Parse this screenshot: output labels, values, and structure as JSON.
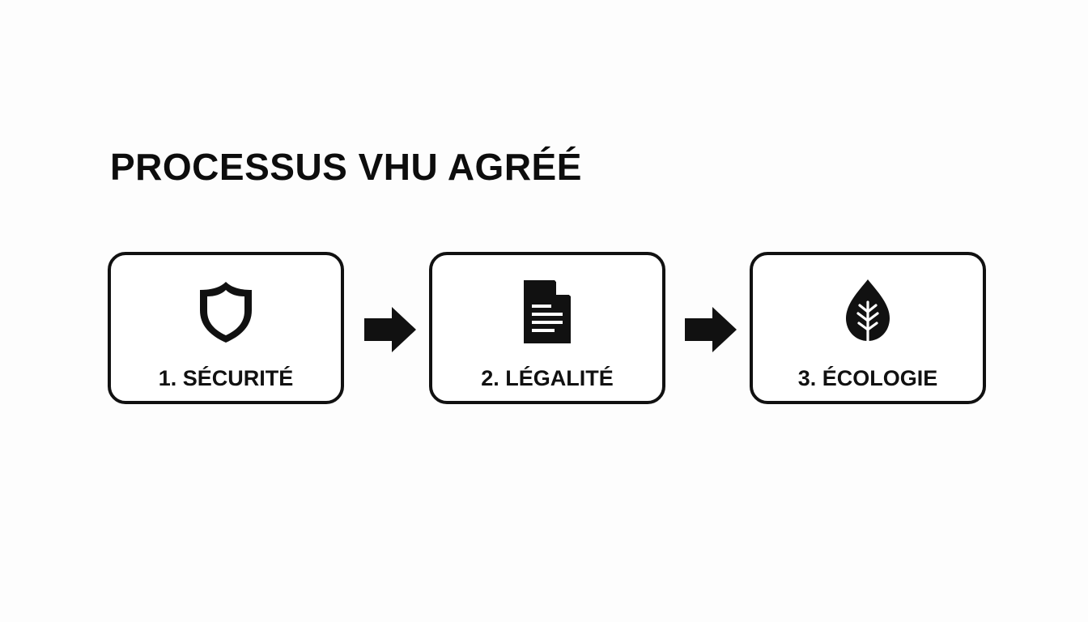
{
  "title": "PROCESSUS VHU AGRÉÉ",
  "steps": [
    {
      "label": "1. SÉCURITÉ",
      "icon": "shield-icon"
    },
    {
      "label": "2. LÉGALITÉ",
      "icon": "document-icon"
    },
    {
      "label": "3. ÉCOLOGIE",
      "icon": "leaf-icon"
    }
  ],
  "connectors": [
    {
      "icon": "arrow-right-icon"
    },
    {
      "icon": "arrow-right-icon"
    }
  ],
  "colors": {
    "background": "#fdfdfd",
    "ink": "#111111"
  }
}
